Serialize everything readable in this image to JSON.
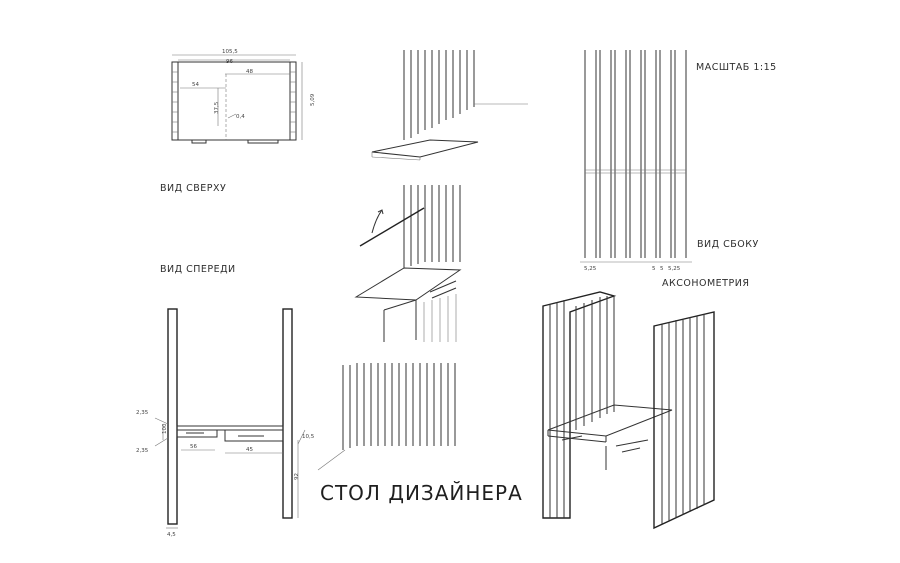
{
  "labels": {
    "top_view": "ВИД СВЕРХУ",
    "front_view": "ВИД СПЕРЕДИ",
    "scale": "МАСШТАБ 1:15",
    "side_view": "ВИД СБОКУ",
    "axonometry": "АКСОНОМЕТРИЯ",
    "title": "СТОЛ ДИЗАЙНЕРА"
  },
  "dimensions": {
    "top": {
      "overall": "105,5",
      "inner": "96",
      "upper_right": "48",
      "left": "54",
      "vertical": "37,5",
      "small": "0,4",
      "right_side": "5,09"
    },
    "side": {
      "left_gap": "5,25",
      "mid": "5",
      "mid2": "5",
      "right_gap": "5,25"
    },
    "front": {
      "t1": "2,35",
      "h": "100",
      "t2": "2,35",
      "drawer_left": "56",
      "drawer_right": "45",
      "offset": "10,5",
      "height": "92",
      "base": "4,5"
    }
  },
  "colors": {
    "ink": "#2e2e2e",
    "paper": "#ffffff"
  }
}
